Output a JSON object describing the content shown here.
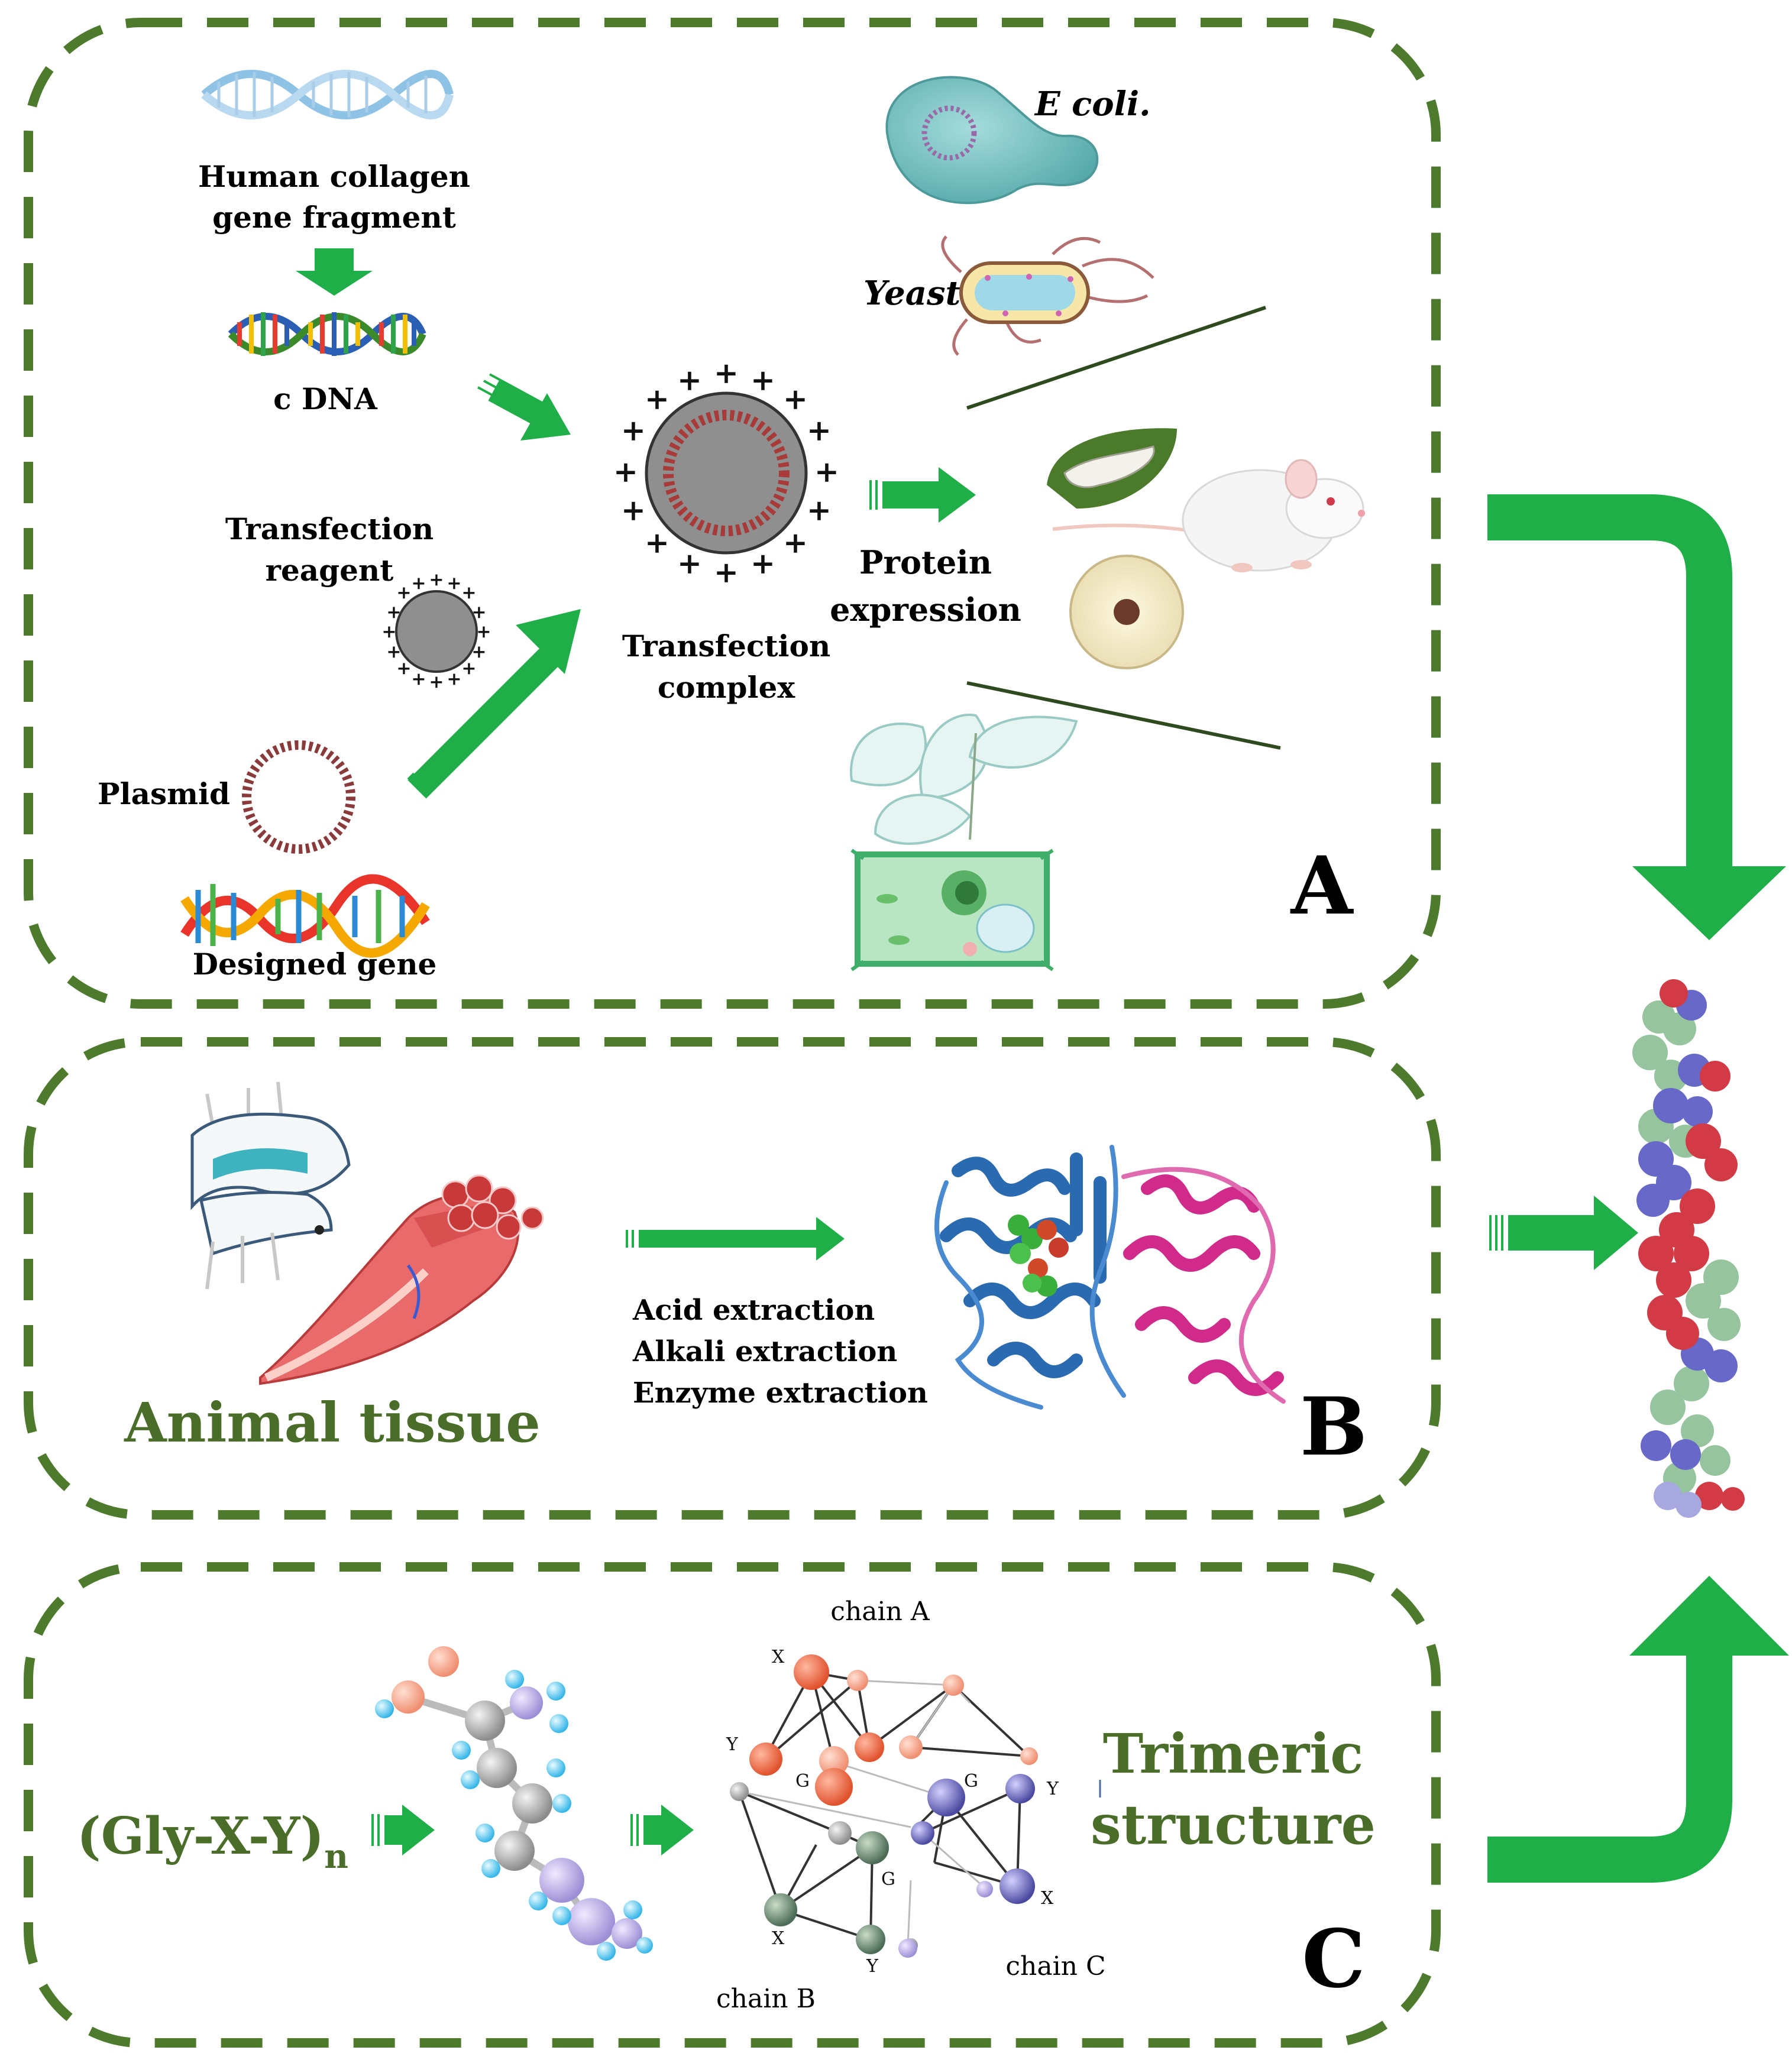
{
  "colors": {
    "frame": "#4e7a2e",
    "arrow": "#1fae48",
    "label_green": "#4a6e2a"
  },
  "panel_a": {
    "letter": "A",
    "human_collagen_line1": "Human collagen",
    "human_collagen_line2": "gene fragment",
    "cdna": "c DNA",
    "transfection_reagent_line1": "Transfection",
    "transfection_reagent_line2": "reagent",
    "plasmid": "Plasmid",
    "designed_gene": "Designed gene",
    "transfection_complex_line1": "Transfection",
    "transfection_complex_line2": "complex",
    "protein_expression_line1": "Protein",
    "protein_expression_line2": "expression",
    "ecoli": "E coli.",
    "yeast": "Yeast"
  },
  "panel_b": {
    "letter": "B",
    "animal_tissue": "Animal tissue",
    "methods": [
      "Acid extraction",
      "Alkali extraction",
      "Enzyme extraction"
    ]
  },
  "panel_c": {
    "letter": "C",
    "formula": "(Gly-X-Y)",
    "formula_sub": "n",
    "trimeric_line1": "Trimeric",
    "trimeric_line2": "structure",
    "chain_a": "chain A",
    "chain_b": "chain B",
    "chain_c": "chain C",
    "node_labels": {
      "a_x": "X",
      "a_y": "Y",
      "a_g": "G",
      "b_x": "X",
      "b_y": "Y",
      "b_g": "G",
      "c_x": "X",
      "c_y": "Y",
      "c_g": "G"
    }
  }
}
